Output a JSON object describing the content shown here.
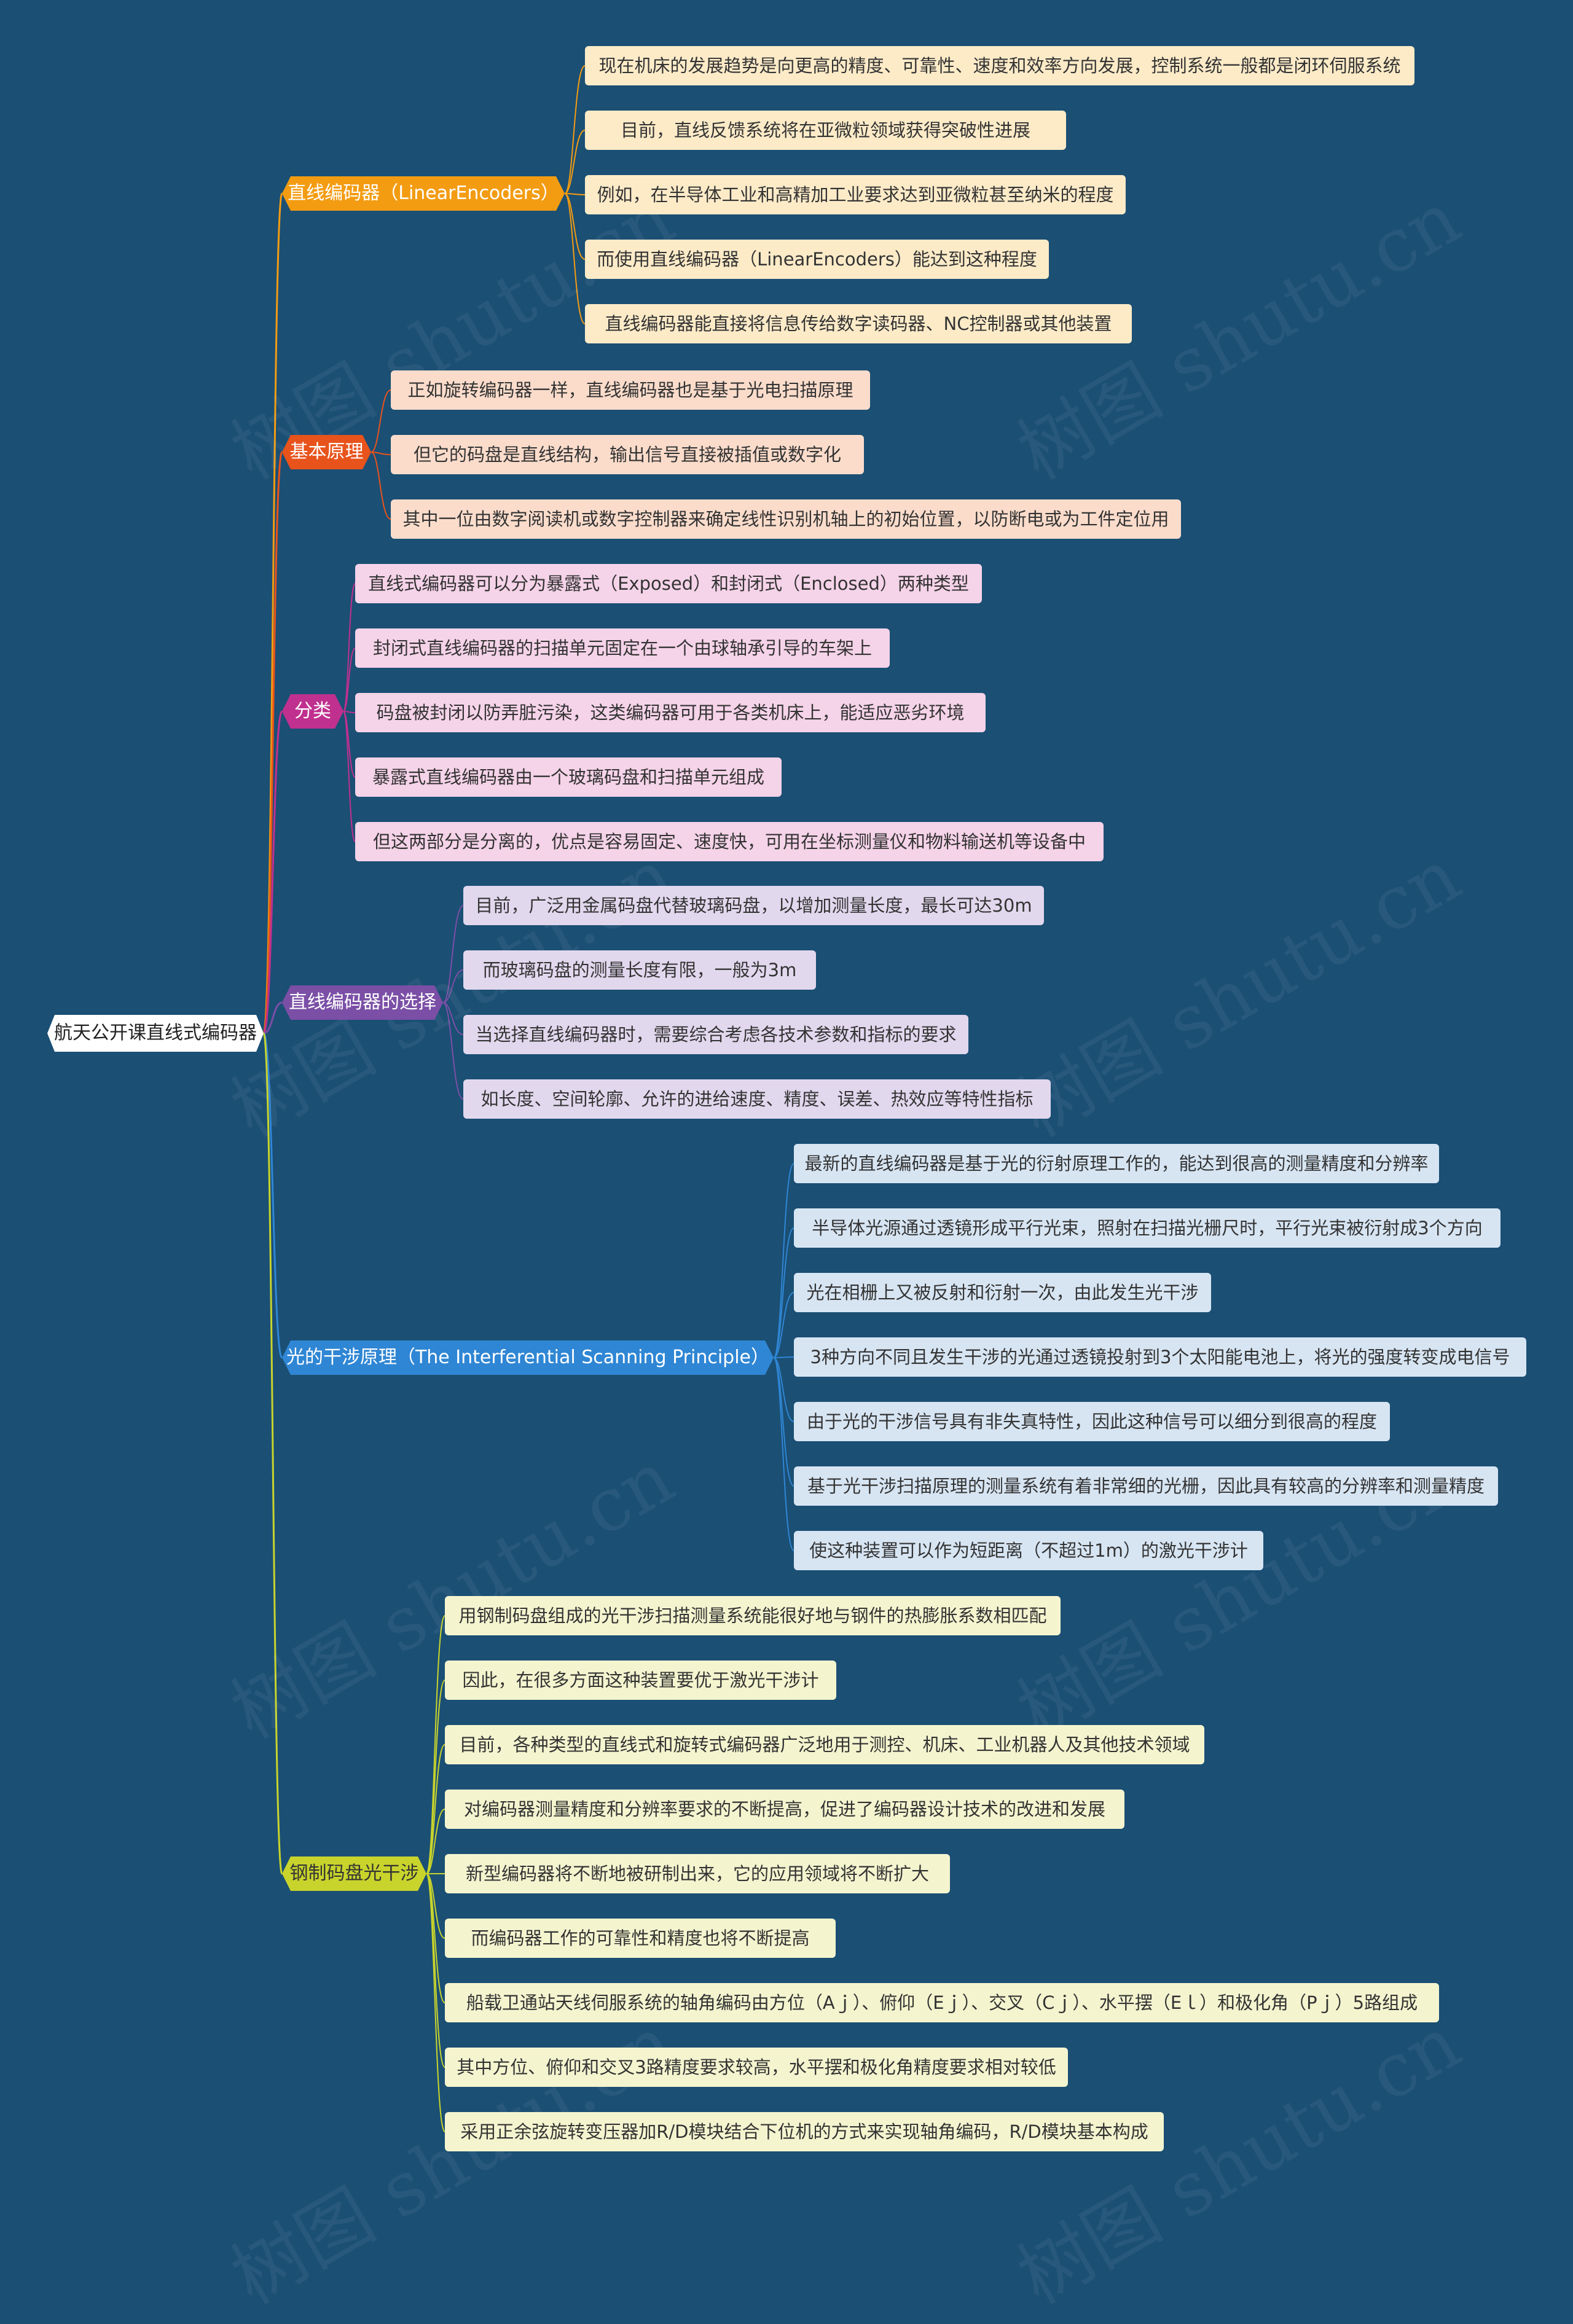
{
  "root": {
    "label": "航天公开课直线式编码器"
  },
  "watermark": "树图 shutu.cn",
  "branches": [
    {
      "label": "直线编码器（LinearEncoders）",
      "color": "#f39c12",
      "leaf_bg": "#fdebc8",
      "children": [
        "现在机床的发展趋势是向更高的精度、可靠性、速度和效率方向发展，控制系统一般都是闭环伺服系统",
        "目前，直线反馈系统将在亚微粒领域获得突破性进展",
        "例如，在半导体工业和高精加工业要求达到亚微粒甚至纳米的程度",
        "而使用直线编码器（LinearEncoders）能达到这种程度",
        "直线编码器能直接将信息传给数字读码器、NC控制器或其他装置"
      ]
    },
    {
      "label": "基本原理",
      "color": "#e8531c",
      "leaf_bg": "#fbdccb",
      "children": [
        "正如旋转编码器一样，直线编码器也是基于光电扫描原理",
        "但它的码盘是直线结构，输出信号直接被插值或数字化",
        "其中一位由数字阅读机或数字控制器来确定线性识别机轴上的初始位置，以防断电或为工件定位用"
      ]
    },
    {
      "label": "分类",
      "color": "#c0308f",
      "leaf_bg": "#f5d3e8",
      "children": [
        "直线式编码器可以分为暴露式（Exposed）和封闭式（Enclosed）两种类型",
        "封闭式直线编码器的扫描单元固定在一个由球轴承引导的车架上",
        "码盘被封闭以防弄脏污染，这类编码器可用于各类机床上，能适应恶劣环境",
        "暴露式直线编码器由一个玻璃码盘和扫描单元组成",
        "但这两部分是分离的，优点是容易固定、速度快，可用在坐标测量仪和物料输送机等设备中"
      ]
    },
    {
      "label": "直线编码器的选择",
      "color": "#7b4fa6",
      "leaf_bg": "#e2d8ee",
      "children": [
        "目前，广泛用金属码盘代替玻璃码盘，以增加测量长度，最长可达30m",
        "而玻璃码盘的测量长度有限，一般为3m",
        "当选择直线编码器时，需要综合考虑各技术参数和指标的要求",
        "如长度、空间轮廓、允许的进给速度、精度、误差、热效应等特性指标"
      ]
    },
    {
      "label": "光的干涉原理（The Interferential Scanning Principle）",
      "color": "#2f86d4",
      "leaf_bg": "#d7e5f3",
      "children": [
        "最新的直线编码器是基于光的衍射原理工作的，能达到很高的测量精度和分辨率",
        "半导体光源通过透镜形成平行光束，照射在扫描光栅尺时，平行光束被衍射成3个方向",
        "光在相栅上又被反射和衍射一次，由此发生光干涉",
        "3种方向不同且发生干涉的光通过透镜投射到3个太阳能电池上，将光的强度转变成电信号",
        "由于光的干涉信号具有非失真特性，因此这种信号可以细分到很高的程度",
        "基于光干涉扫描原理的测量系统有着非常细的光栅，因此具有较高的分辨率和测量精度",
        "使这种装置可以作为短距离（不超过1m）的激光干涉计"
      ]
    },
    {
      "label": "钢制码盘光干涉",
      "color": "#c8d42c",
      "leaf_bg": "#f4f5cf",
      "children": [
        "用钢制码盘组成的光干涉扫描测量系统能很好地与钢件的热膨胀系数相匹配",
        "因此，在很多方面这种装置要优于激光干涉计",
        "目前，各种类型的直线式和旋转式编码器广泛地用于测控、机床、工业机器人及其他技术领域",
        "对编码器测量精度和分辨率要求的不断提高，促进了编码器设计技术的改进和发展",
        "新型编码器将不断地被研制出来，它的应用领域将不断扩大",
        "而编码器工作的可靠性和精度也将不断提高",
        "船载卫通站天线伺服系统的轴角编码由方位（Aｊ）、俯仰（Eｊ）、交叉（Cｊ）、水平摆（Eｌ）和极化角（Pｊ）5路组成",
        "其中方位、俯仰和交叉3路精度要求较高，水平摆和极化角精度要求相对较低",
        "采用正余弦旋转变压器加R/D模块结合下位机的方式来实现轴角编码，R/D模块基本构成"
      ]
    }
  ]
}
